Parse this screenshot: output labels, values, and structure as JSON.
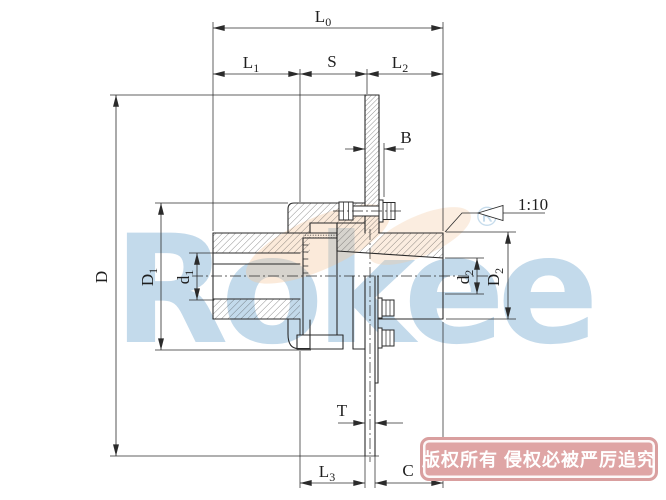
{
  "watermark": {
    "text": "Rokee",
    "registered": "®",
    "blue": "#bdd6e9",
    "orange": "#f4c79f"
  },
  "stamp": {
    "text": "版权所有 侵权必被严厉追究",
    "bg": "#dfa5a5",
    "text_color": "#ffffff"
  },
  "taper_callout": {
    "label": "1:10"
  },
  "labels": {
    "L0": {
      "main": "L",
      "sub": "0"
    },
    "L1": {
      "main": "L",
      "sub": "1"
    },
    "S": {
      "main": "S",
      "sub": ""
    },
    "L2": {
      "main": "L",
      "sub": "2"
    },
    "B": {
      "main": "B",
      "sub": ""
    },
    "D": {
      "main": "D",
      "sub": ""
    },
    "D1": {
      "main": "D",
      "sub": "1"
    },
    "d1": {
      "main": "d",
      "sub": "1"
    },
    "d2": {
      "main": "d",
      "sub": "2"
    },
    "D2": {
      "main": "D",
      "sub": "2"
    },
    "T": {
      "main": "T",
      "sub": ""
    },
    "L3": {
      "main": "L",
      "sub": "3"
    },
    "C": {
      "main": "C",
      "sub": ""
    }
  },
  "colors": {
    "line": "#2b2b2b",
    "hatch": "#3a3a3a"
  }
}
